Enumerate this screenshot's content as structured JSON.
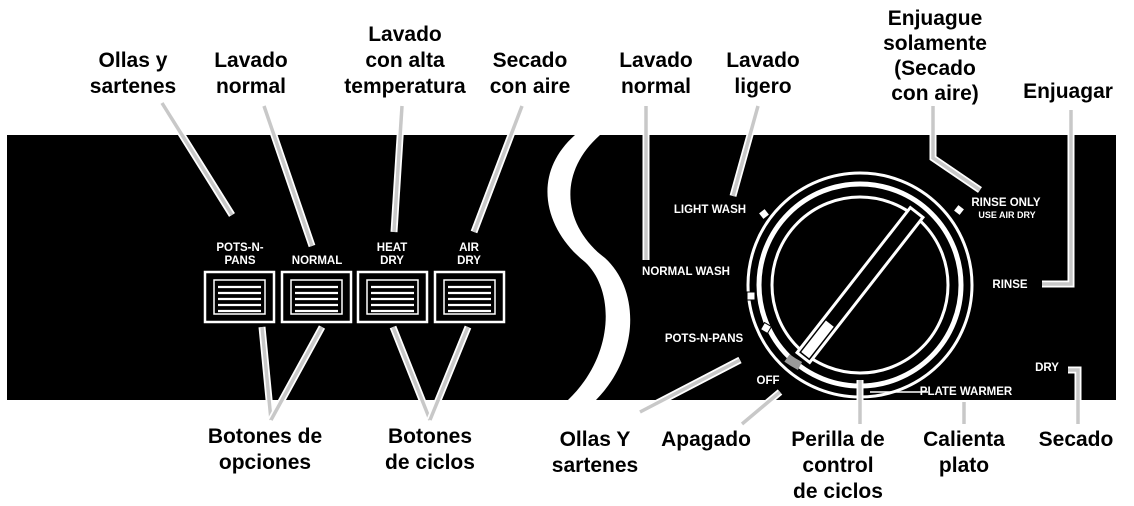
{
  "callouts_top": {
    "ollas_y_sartenes": [
      "Ollas y",
      "sartenes"
    ],
    "lavado_normal_1": [
      "Lavado",
      "normal"
    ],
    "lavado_alta_temp": [
      "Lavado",
      "con alta",
      "temperatura"
    ],
    "secado_con_aire": [
      "Secado",
      "con aire"
    ],
    "lavado_normal_2": [
      "Lavado",
      "normal"
    ],
    "lavado_ligero": [
      "Lavado",
      "ligero"
    ],
    "enjuague_solamente": [
      "Enjuague",
      "solamente",
      "(Secado",
      "con aire)"
    ],
    "enjuagar": [
      "Enjuagar"
    ]
  },
  "callouts_bottom": {
    "botones_opciones": [
      "Botones de",
      "opciones"
    ],
    "botones_ciclos": [
      "Botones",
      "de ciclos"
    ],
    "ollas_y_sartenes": [
      "Ollas Y",
      "sartenes"
    ],
    "apagado": [
      "Apagado"
    ],
    "perilla": [
      "Perilla de",
      "control",
      "de ciclos"
    ],
    "calienta_plato": [
      "Calienta",
      "plato"
    ],
    "secado": [
      "Secado"
    ]
  },
  "panel": {
    "buttons": [
      {
        "lines": [
          "POTS-N-",
          "PANS"
        ]
      },
      {
        "lines": [
          "NORMAL"
        ]
      },
      {
        "lines": [
          "HEAT",
          "DRY"
        ]
      },
      {
        "lines": [
          "AIR",
          "DRY"
        ]
      }
    ],
    "dial_labels": {
      "light_wash": "LIGHT WASH",
      "normal_wash": "NORMAL WASH",
      "pots_n_pans": "POTS-N-PANS",
      "off": "OFF",
      "rinse_only": "RINSE ONLY",
      "use_air_dry": "USE AIR DRY",
      "rinse": "RINSE",
      "dry": "DRY",
      "plate_warmer": "PLATE WARMER"
    }
  },
  "colors": {
    "panel": "#000000",
    "ink": "#ffffff",
    "leader_fill": "#c8c8c8",
    "background": "#ffffff"
  }
}
